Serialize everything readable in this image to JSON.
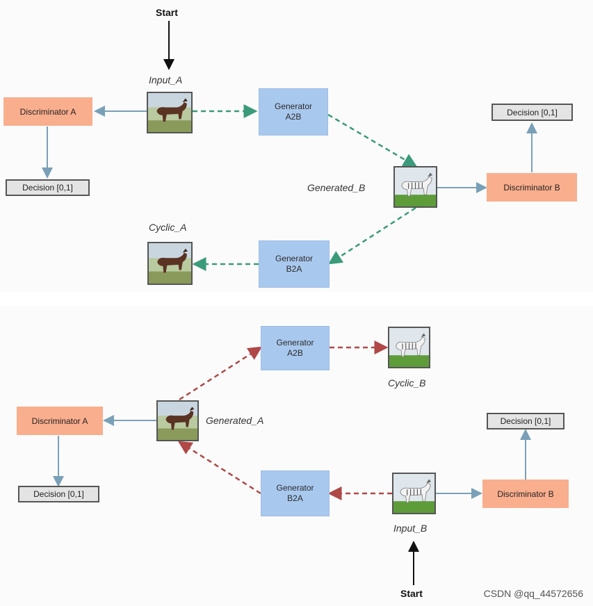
{
  "colors": {
    "discriminator": "#f9ae8e",
    "generator": "#a9c8ee",
    "decision": "#e4e4e4",
    "solid_arrow": "#7aa0b8",
    "dashed_green": "#3a9a7a",
    "dashed_red": "#b04848"
  },
  "top": {
    "start": "Start",
    "input_a": "Input_A",
    "generated_b": "Generated_B",
    "cyclic_a": "Cyclic_A",
    "disc_a": "Discriminator A",
    "disc_b": "Discriminator B",
    "decision_a": "Decision [0,1]",
    "decision_b": "Decision [0,1]",
    "gen_a2b": {
      "line1": "Generator",
      "line2": "A2B"
    },
    "gen_b2a": {
      "line1": "Generator",
      "line2": "B2A"
    }
  },
  "bottom": {
    "start": "Start",
    "input_b": "Input_B",
    "generated_a": "Generated_A",
    "cyclic_b": "Cyclic_B",
    "disc_a": "Discriminator A",
    "disc_b": "Discriminator B",
    "decision_a": "Decision [0,1]",
    "decision_b": "Decision [0,1]",
    "gen_a2b": {
      "line1": "Generator",
      "line2": "A2B"
    },
    "gen_b2a": {
      "line1": "Generator",
      "line2": "B2A"
    }
  },
  "images": {
    "horse": "horse-image",
    "zebra": "zebra-image"
  },
  "watermark": "CSDN @qq_44572656"
}
